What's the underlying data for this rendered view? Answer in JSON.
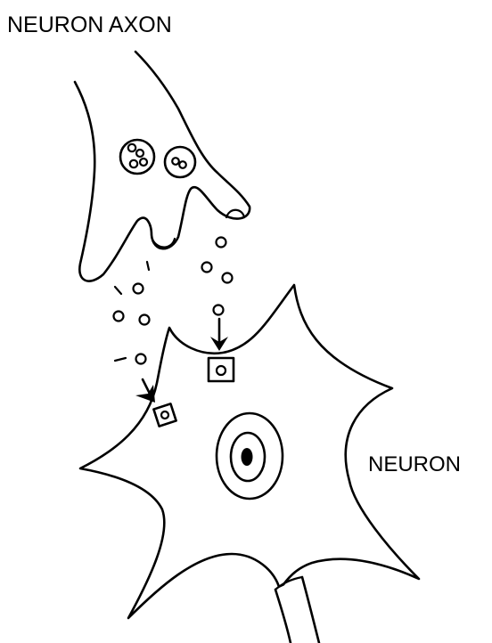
{
  "diagram": {
    "labels": {
      "axon": "NEURON AXON",
      "neuron": "NEURON"
    },
    "elements": [
      "axon-terminal",
      "synaptic-vesicles",
      "released-neurotransmitters",
      "receptor-binding-arrows",
      "receptor-sites",
      "neuron-cell-body",
      "nucleus",
      "outgoing-axon"
    ],
    "colors": {
      "ink": "#000000",
      "background": "#ffffff"
    }
  }
}
